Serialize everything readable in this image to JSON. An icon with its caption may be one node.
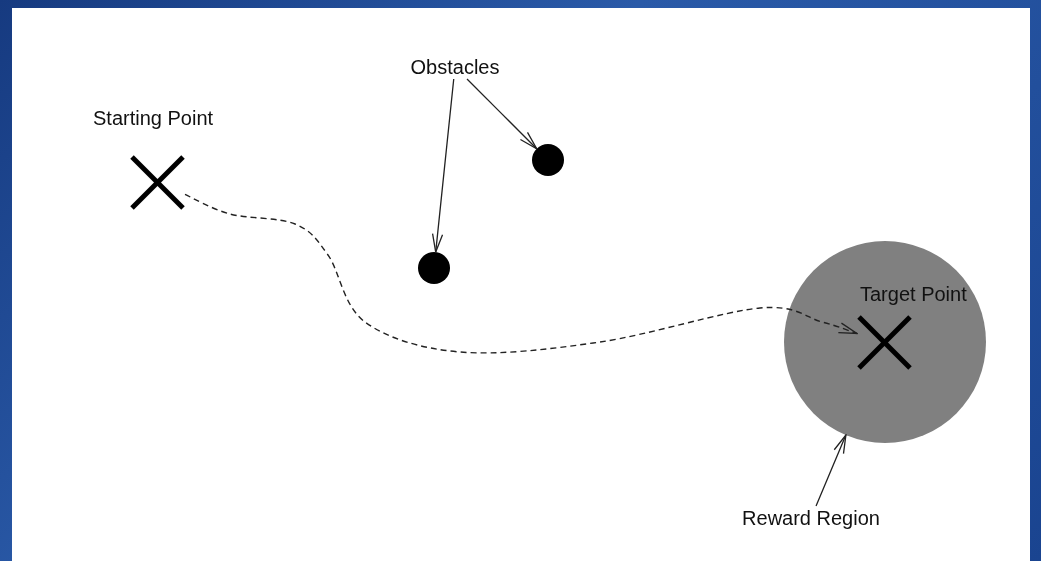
{
  "diagram": {
    "nodes": [
      {
        "text": [],
        "shape": "cross"
      },
      {
        "text": [
          "Obstacles"
        ]
      },
      {
        "text": [],
        "shape": "circle"
      },
      {
        "text": [],
        "shape": "circle"
      },
      {
        "text": [],
        "shape": "circle"
      },
      {
        "text": [],
        "shape": "cross",
        "in": 4,
        "beside": [
          "Target Point"
        ]
      },
      {
        "text": [
          "Reward Region"
        ]
      }
    ],
    "edges": [
      {
        "from": 1,
        "to": 3,
        "arrow": "to"
      },
      {
        "from": 1,
        "to": 2,
        "arrow": "to"
      },
      {
        "from": 0,
        "to": 5,
        "arrow": "to",
        "style": "dashed"
      },
      {
        "from": 6,
        "to": 4,
        "arrow": "to"
      }
    ],
    "labels": [
      "Starting Point"
    ]
  }
}
